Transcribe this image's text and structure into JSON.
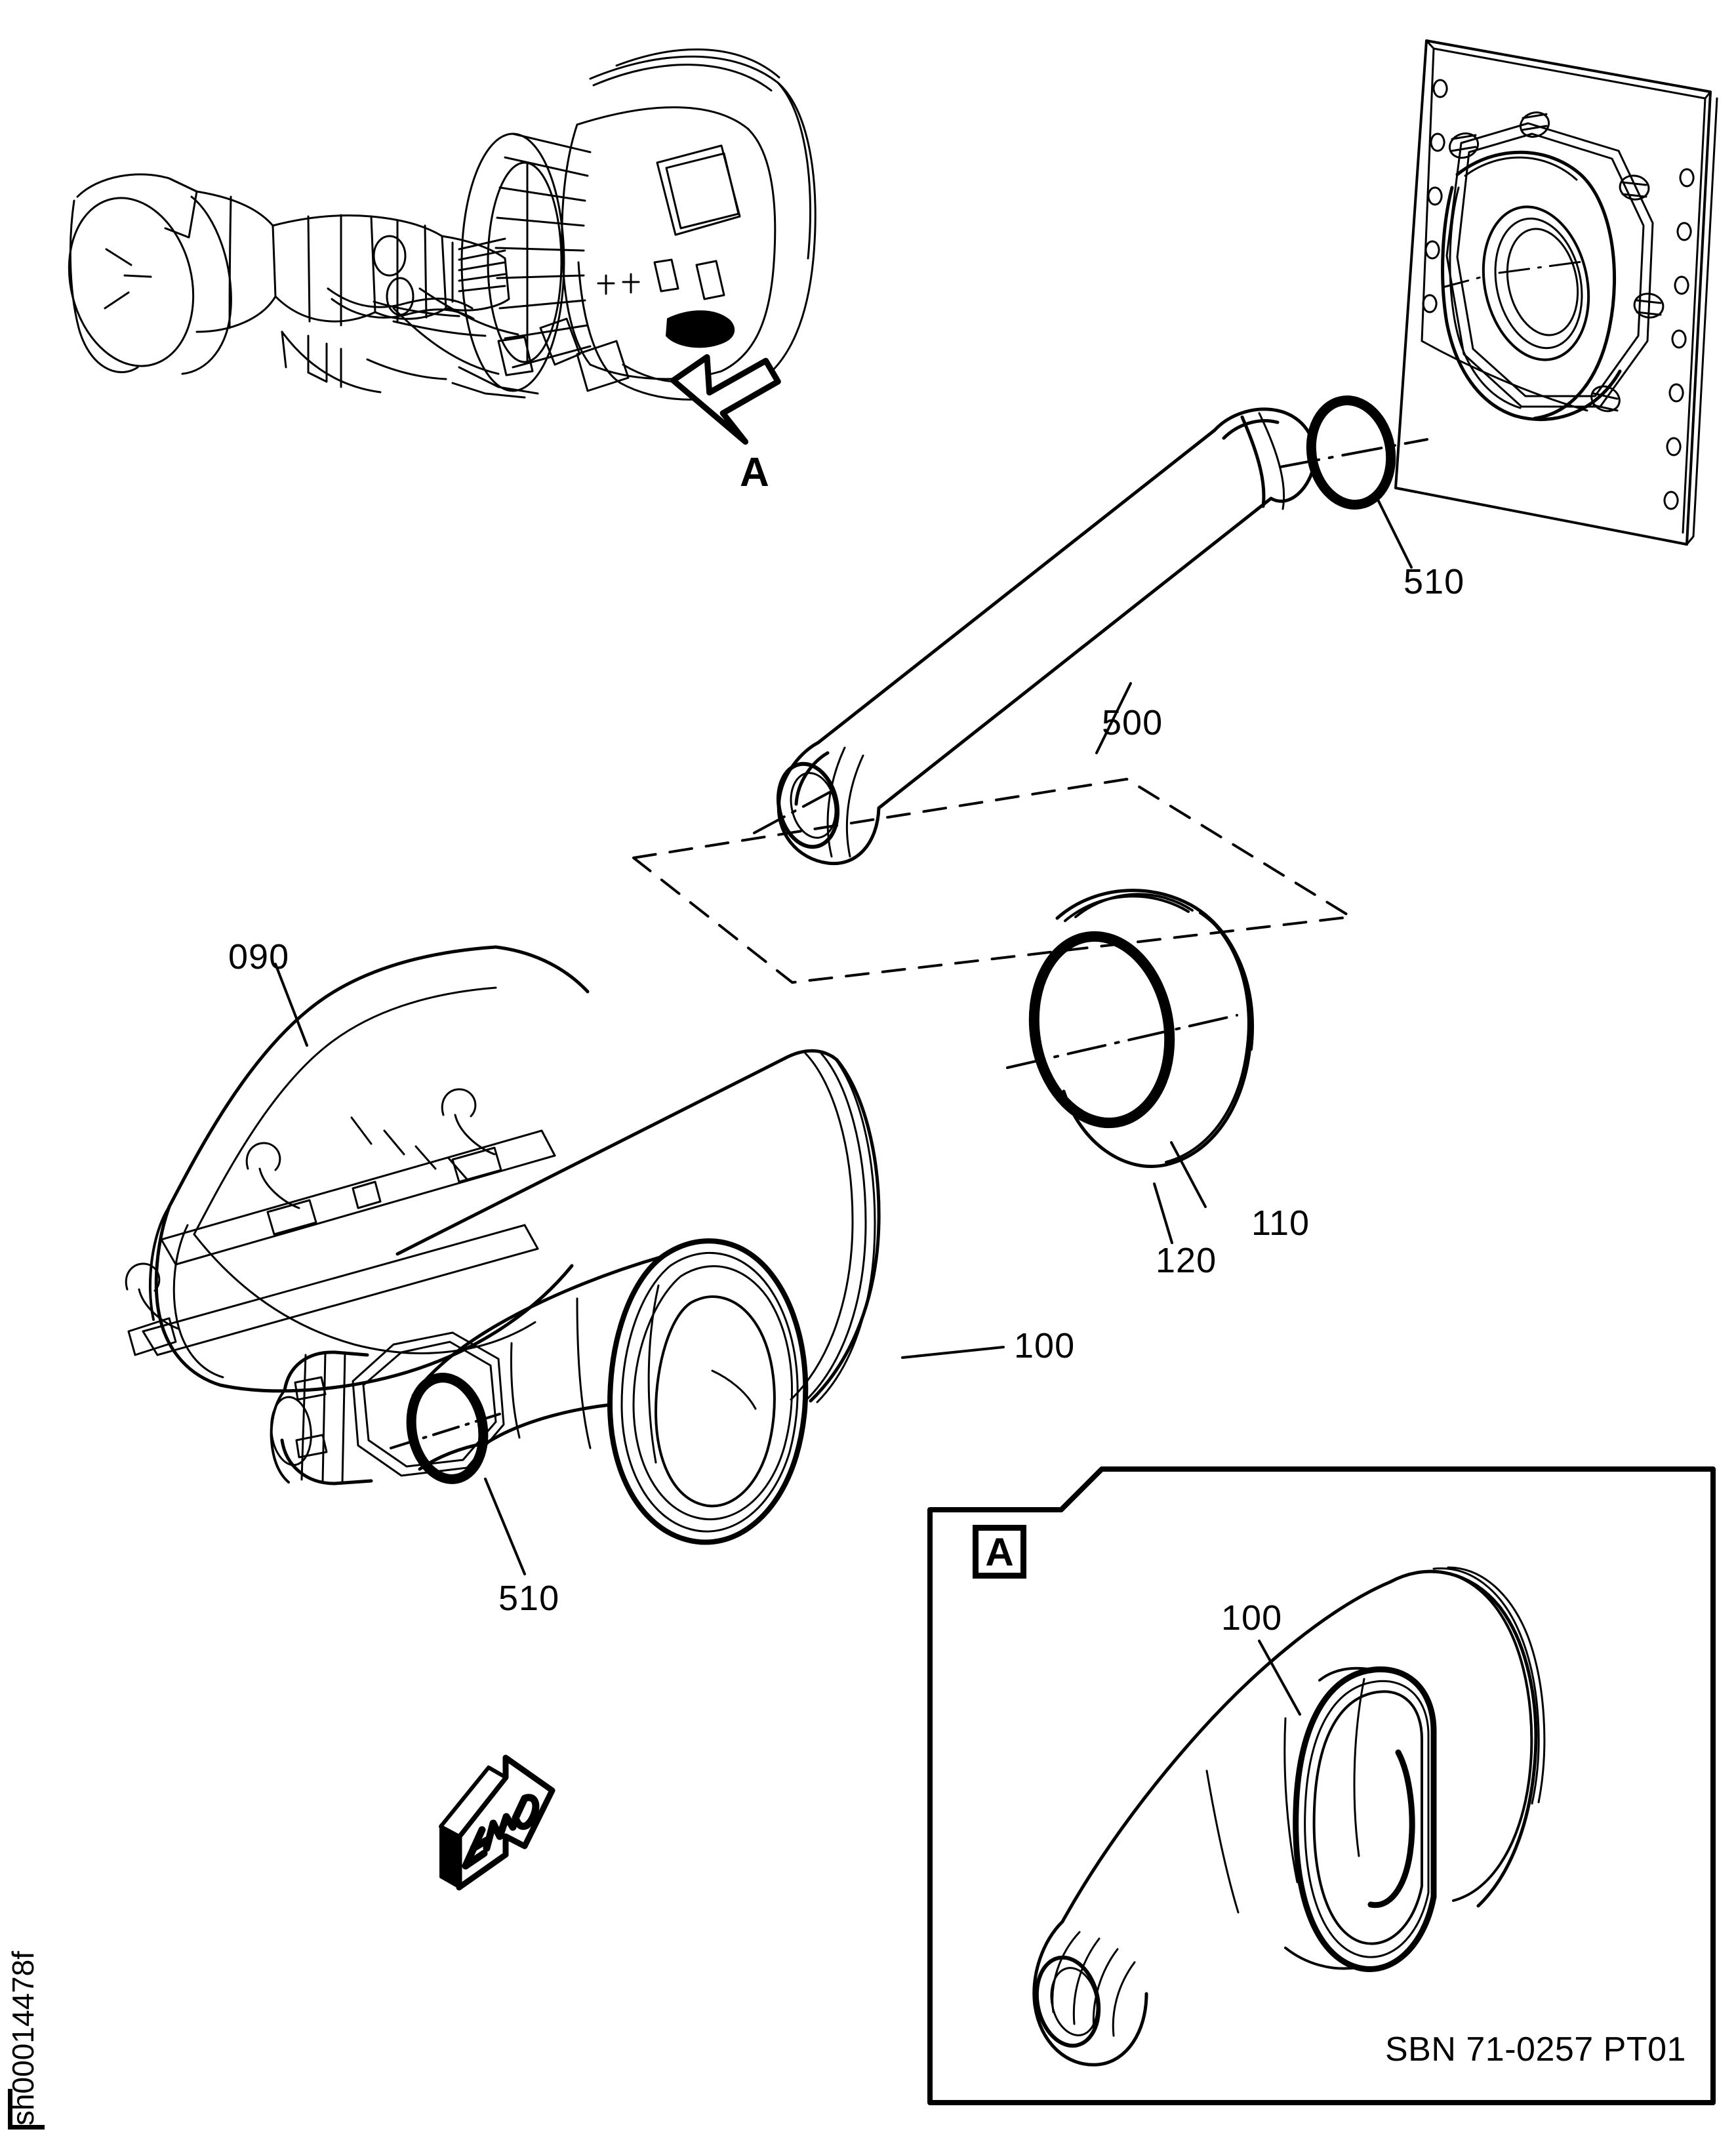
{
  "figure": {
    "id_label": "sh00014478f",
    "sheet_reference": "SBN 71-0257 PT01",
    "orientation_marker": "FWD",
    "detail_callout_letter": "A",
    "detail_view_letter": "A"
  },
  "callouts": [
    {
      "id": "item-510-top",
      "text": "510"
    },
    {
      "id": "item-500",
      "text": "500"
    },
    {
      "id": "item-090",
      "text": "090"
    },
    {
      "id": "item-110",
      "text": "110"
    },
    {
      "id": "item-120",
      "text": "120"
    },
    {
      "id": "item-100-main",
      "text": "100"
    },
    {
      "id": "item-510-low",
      "text": "510"
    },
    {
      "id": "item-100-det",
      "text": "100"
    }
  ],
  "parts": {
    "p090": {
      "number": "090",
      "name": "duct-cover-shroud"
    },
    "p100": {
      "number": "100",
      "name": "air-inlet-duct-assembly"
    },
    "p110": {
      "number": "110",
      "name": "coupling-ring"
    },
    "p120": {
      "number": "120",
      "name": "o-ring-seal"
    },
    "p500": {
      "number": "500",
      "name": "flexible-duct-hose"
    },
    "p510": {
      "number": "510",
      "name": "o-ring-seal"
    }
  },
  "views": {
    "engine_overview": {
      "name": "engine-apu-assembly"
    },
    "bulkhead": {
      "name": "bulkhead-mount-plate"
    },
    "detail_a": {
      "name": "detail-view-a"
    }
  },
  "colors": {
    "line": "#000000",
    "background": "#ffffff"
  }
}
